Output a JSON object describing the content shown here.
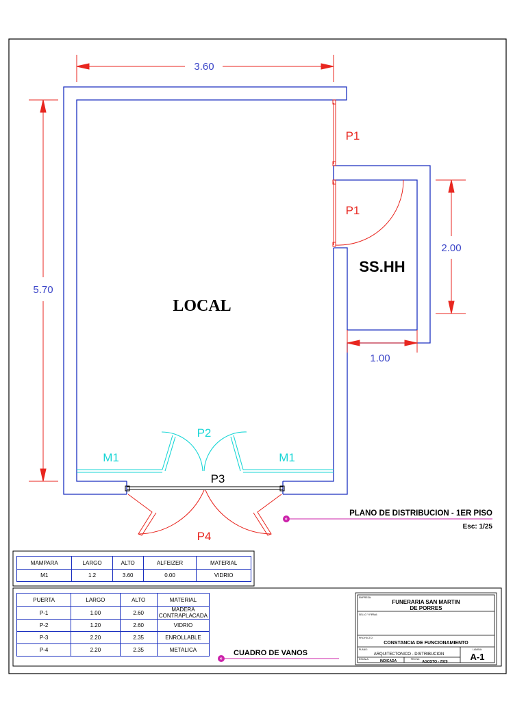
{
  "plan": {
    "room_local": "LOCAL",
    "room_sshh": "SS.HH",
    "dim_width": "3.60",
    "dim_height": "5.70",
    "dim_sshh_height": "2.00",
    "dim_sshh_width": "1.00",
    "door_p1_upper": "P1",
    "door_p1_lower": "P1",
    "door_p2": "P2",
    "door_p3": "P3",
    "door_p4": "P4",
    "mampara_left": "M1",
    "mampara_right": "M1",
    "title": "PLANO DE DISTRIBUCION - 1ER PISO",
    "scale": "Esc: 1/25",
    "cuadro_label": "CUADRO DE VANOS"
  },
  "mampara_table": {
    "headers": [
      "MAMPARA",
      "LARGO",
      "ALTO",
      "ALFEIZER",
      "MATERIAL"
    ],
    "rows": [
      [
        "M1",
        "1.2",
        "3.60",
        "0.00",
        "VIDRIO"
      ]
    ]
  },
  "puerta_table": {
    "headers": [
      "PUERTA",
      "LARGO",
      "ALTO",
      "MATERIAL"
    ],
    "rows": [
      [
        "P-1",
        "1.00",
        "2.60",
        "MADERA CONTRAPLACADA"
      ],
      [
        "P-2",
        "1.20",
        "2.60",
        "VIDRIO"
      ],
      [
        "P-3",
        "2.20",
        "2.35",
        "ENROLLABLE"
      ],
      [
        "P-4",
        "2.20",
        "2.35",
        "METALICA"
      ]
    ]
  },
  "title_block": {
    "empresa_label": "EMPRESA:",
    "company_line1": "FUNERARIA SAN MARTIN",
    "company_line2": "DE PORRES",
    "firma_label": "SELLO Y FIRMA:",
    "proyecto_label": "PROYECTO:",
    "project": "CONSTANCIA DE FUNCIONAMIENTO",
    "plano_label": "PLANO:",
    "plano": "ARQUITECTONICO - DISTRIBUCION",
    "escala_label": "ESCALA:",
    "escala": "INDICADA",
    "fecha_label": "FECHA:",
    "fecha": "AGOSTO - 2020",
    "lamina_label": "LAMINA:",
    "sheet": "A-1"
  },
  "colors": {
    "wall": "#1a2fbf",
    "dimension": "#e8261f",
    "door": "#e8261f",
    "glass": "#19d6d6",
    "marker": "#cc22aa",
    "dim_text": "#3b45c8"
  }
}
